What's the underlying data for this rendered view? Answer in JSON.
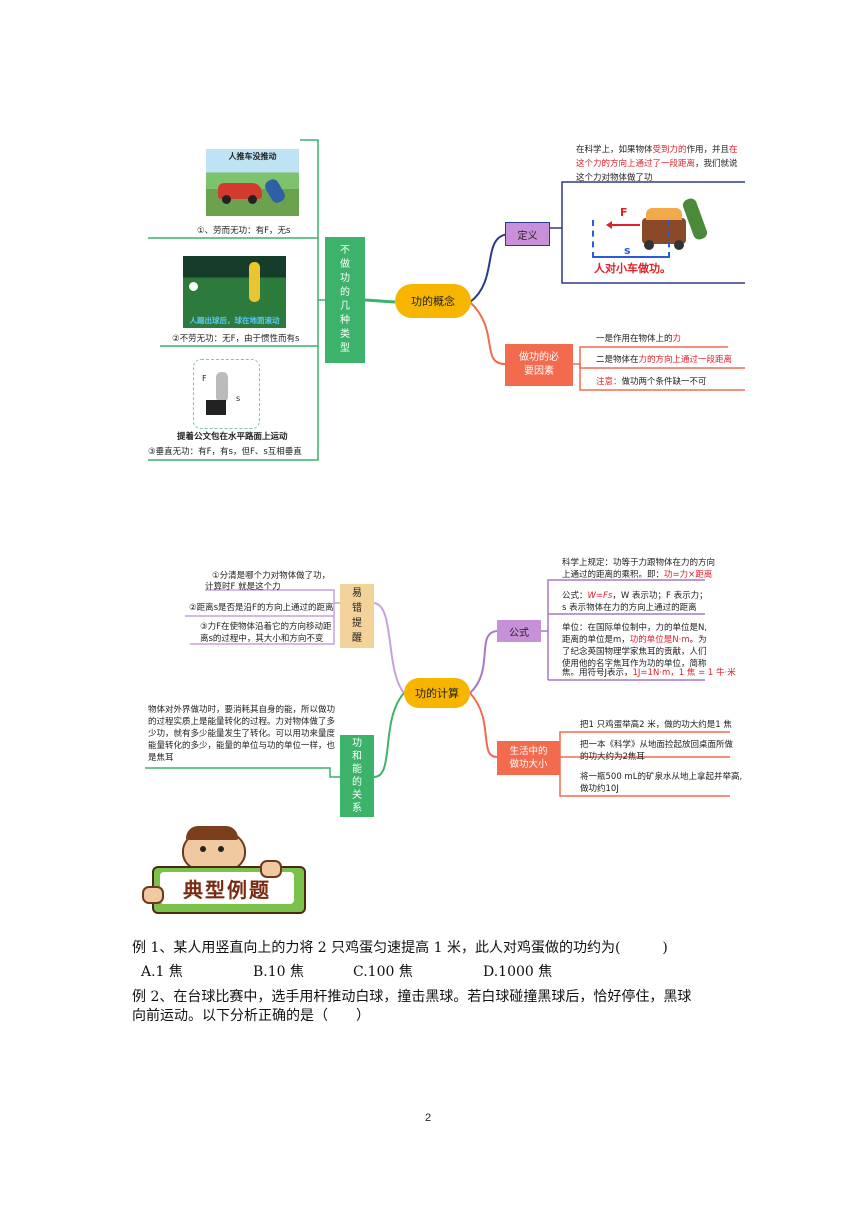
{
  "map1": {
    "center": "功的概念",
    "left_vertical": "不\n做\n功\n的\n几\n种\n类\n型",
    "item1_caption": "①、劳而无功：有F，无s",
    "item1_img_label": "人推车没推动",
    "item2_caption": "②不劳无功：无F，由于惯性而有s",
    "item2_img_label": "人踢出球后，球在地面滚动",
    "item3_caption_line1": "提着公文包在水平路面上运动",
    "item3_caption_line2": "③垂直无功：有F，有s，但F、s互相垂直",
    "item3_img_F": "F",
    "item3_img_s": "s",
    "definition_box": "定义",
    "definition_text_l1_a": "在科学上，如果物体",
    "definition_text_l1_b": "受到力的",
    "definition_text_l1_c": "作用，并且",
    "definition_text_l1_d": "在",
    "definition_text_l2_a": "这个力的方向上通过了一段距离",
    "definition_text_l2_b": "，我们就说",
    "definition_text_l3": "这个力对物体做了功",
    "cart_F": "F",
    "cart_s": "s",
    "cart_caption": "人对小车做功。",
    "factors_box": "做功的必\n要因素",
    "factor1_a": "一是作用在物体上的",
    "factor1_b": "力",
    "factor2_a": "二是物体在",
    "factor2_b": "力的方向上通过一段距离",
    "factor3_a": "注意：",
    "factor3_b": "做功两个条件缺一不可"
  },
  "map2": {
    "center": "功的计算",
    "mistakes_box": "易\n错\n提\n醒",
    "mistake1_l1": "①分清是哪个力对物体做了功，",
    "mistake1_l2": "计算时F 就是这个力",
    "mistake2": "②距离s是否是沿F的方向上通过的距离",
    "mistake3_l1": "③力F在使物体沿着它的方向移动距",
    "mistake3_l2": "离s的过程中，其大小和方向不变",
    "relation_box": "功\n和\n能\n的\n关\n系",
    "relation_l1": "物体对外界做功时，要消耗其自身的能，所以做功",
    "relation_l2": "的过程实质上是能量转化的过程。力对物体做了多",
    "relation_l3": "少功，就有多少能量发生了转化。可以用功来量度",
    "relation_l4": "能量转化的多少，能量的单位与功的单位一样，也",
    "relation_l5": "是焦耳",
    "formula_box": "公式",
    "rule_l1": "科学上规定：功等于力跟物体在力的方向",
    "rule_l2_a": "上通过的距离的乘积。即：",
    "rule_l2_b": "功=力×距离",
    "formula_l1_a": "公式：",
    "formula_l1_b": "W=Fs",
    "formula_l1_c": "，W 表示功；F 表示力；",
    "formula_l2": "s 表示物体在力的方向上通过的距离",
    "unit_l1": "单位：在国际单位制中，力的单位是N,",
    "unit_l2_a": "距离的单位是m，",
    "unit_l2_b": "功的单位是N·m",
    "unit_l2_c": "。为",
    "unit_l3": "了纪念英国物理学家焦耳的贡献，人们",
    "unit_l4": "使用他的名字焦耳作为功的单位，简称",
    "unit_l5_a": "焦。用符号J表示，",
    "unit_l5_b": "1J=1N·m，1 焦 = 1 牛·米",
    "life_box": "生活中的\n做功大小",
    "life1": "把1 只鸡蛋举高2 米，做的功大约是1 焦",
    "life2_l1": "把一本《科学》从地面捡起放回桌面所做",
    "life2_l2": "的功大约为2焦耳",
    "life3_l1": "将一瓶500 mL的矿泉水从地上拿起并举高,",
    "life3_l2": "做功约10J"
  },
  "banner": "典型例题",
  "example1": "例 1、某人用竖直向上的力将 2 只鸡蛋匀速提高 1 米，此人对鸡蛋做的功约为(　　　)",
  "example1_options": [
    "A.1 焦",
    "B.10 焦",
    "C.100 焦",
    "D.1000 焦"
  ],
  "example2_l1": "例 2、在台球比赛中，选手用杆推动白球，撞击黑球。若白球碰撞黑球后，恰好停住，黑球",
  "example2_l2": "向前运动。以下分析正确的是（　　）",
  "page_number": "2",
  "colors": {
    "green": "#3cb26a",
    "purple": "#a679c9",
    "salmon": "#f26b4f",
    "orange": "#f7b500",
    "navy": "#2b3a8c",
    "tan": "#f3d39a"
  }
}
